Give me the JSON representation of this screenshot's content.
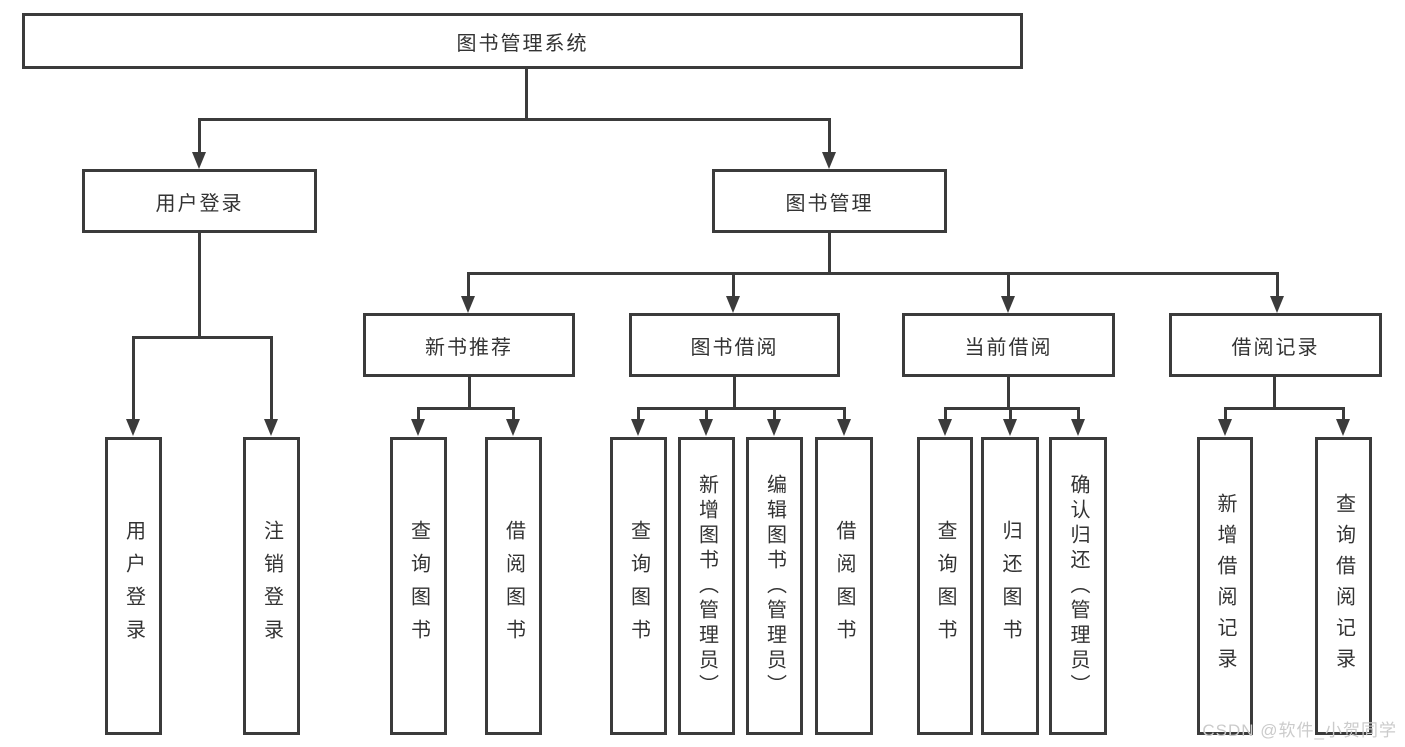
{
  "nodes": {
    "root": {
      "label": "图书管理系统"
    },
    "level2": [
      {
        "label": "用户登录"
      },
      {
        "label": "图书管理"
      }
    ],
    "level3": [
      {
        "label": "新书推荐"
      },
      {
        "label": "图书借阅"
      },
      {
        "label": "当前借阅"
      },
      {
        "label": "借阅记录"
      }
    ],
    "leaves": [
      {
        "label": "用户登录"
      },
      {
        "label": "注销登录"
      },
      {
        "label": "查询图书"
      },
      {
        "label": "借阅图书"
      },
      {
        "label": "查询图书"
      },
      {
        "label": "新增图书（管理员）"
      },
      {
        "label": "编辑图书（管理员）"
      },
      {
        "label": "借阅图书"
      },
      {
        "label": "查询图书"
      },
      {
        "label": "归还图书"
      },
      {
        "label": "确认归还（管理员）"
      },
      {
        "label": "新增借阅记录"
      },
      {
        "label": "查询借阅记录"
      }
    ]
  },
  "structure": {
    "图书管理系统": [
      "用户登录",
      "图书管理"
    ],
    "用户登录": [
      "用户登录",
      "注销登录"
    ],
    "图书管理": [
      "新书推荐",
      "图书借阅",
      "当前借阅",
      "借阅记录"
    ],
    "新书推荐": [
      "查询图书",
      "借阅图书"
    ],
    "图书借阅": [
      "查询图书",
      "新增图书（管理员）",
      "编辑图书（管理员）",
      "借阅图书"
    ],
    "当前借阅": [
      "查询图书",
      "归还图书",
      "确认归还（管理员）"
    ],
    "借阅记录": [
      "新增借阅记录",
      "查询借阅记录"
    ]
  },
  "watermark": {
    "text": "CSDN @软件_小贺同学"
  },
  "colors": {
    "line": "#3b3b3b",
    "text": "#333333",
    "watermark": "#cbcbcb",
    "background": "#ffffff"
  }
}
